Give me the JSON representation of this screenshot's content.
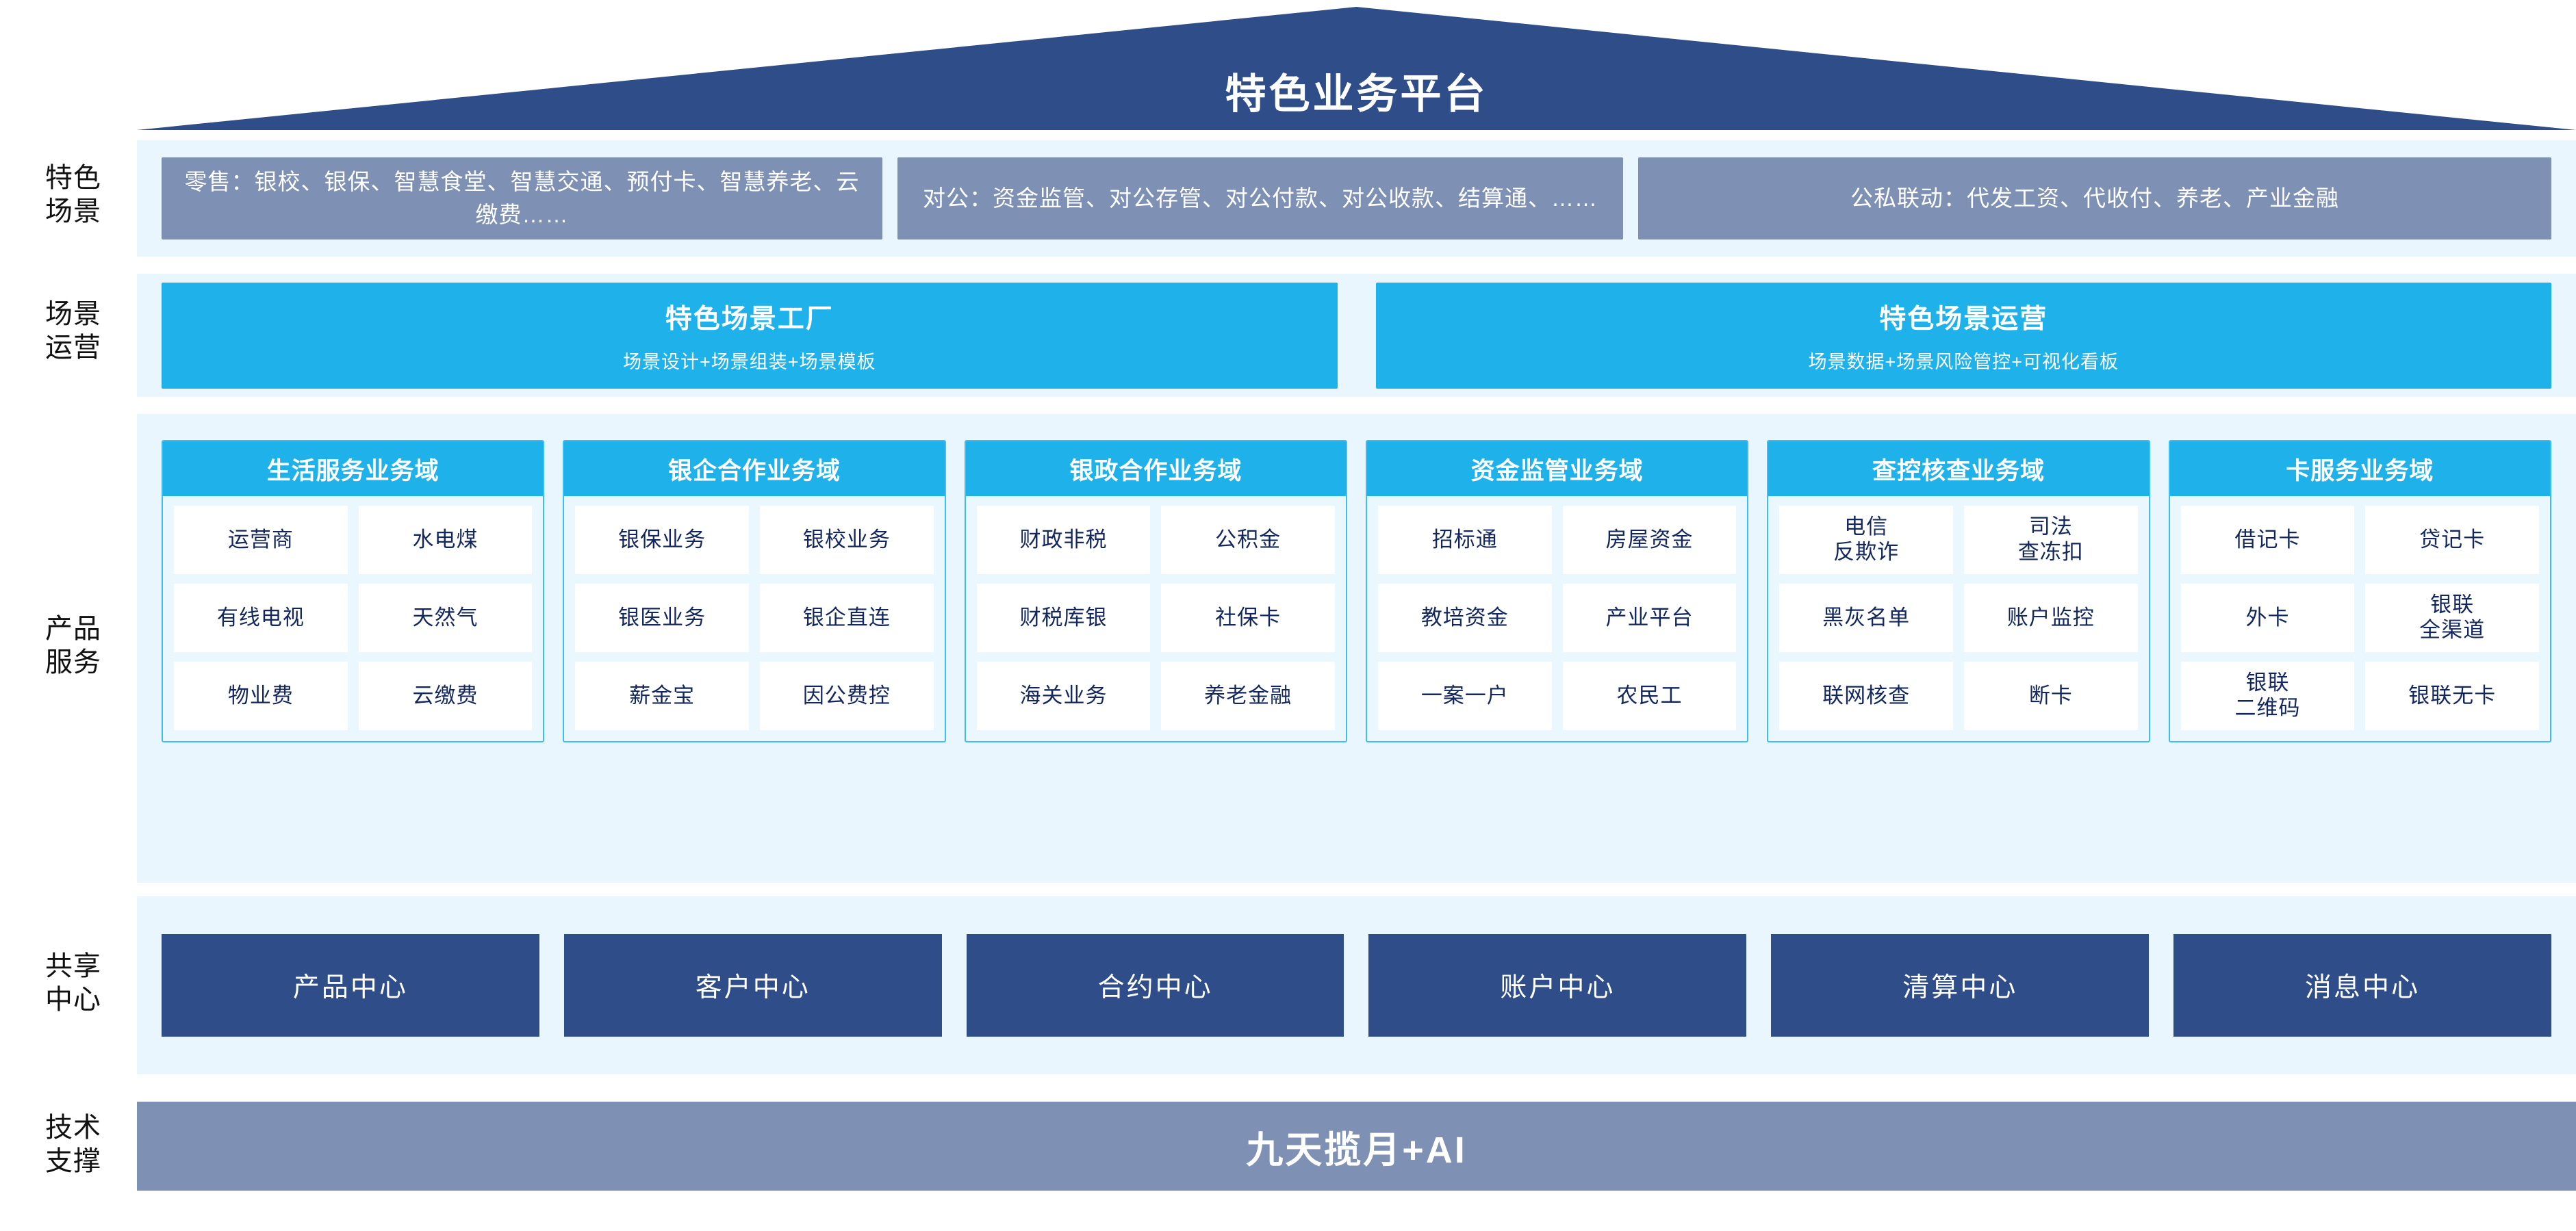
{
  "title": "特色业务平台",
  "colors": {
    "banner_navy": "#2f4d88",
    "scene_slate": "#7e90b4",
    "cyan": "#1fb2ea",
    "band_bg": "#e9f6fd",
    "cell_text": "#13275e"
  },
  "row_labels": {
    "scenarios": "特色\n场景",
    "operations": "场景\n运营",
    "products": "产品\n服务",
    "centers": "共享\n中心",
    "tech": "技术\n支撑"
  },
  "scenarios": [
    {
      "text": "零售：银校、银保、智慧食堂、智慧交通、预付卡、智慧养老、云缴费……"
    },
    {
      "text": "对公：资金监管、对公存管、对公付款、对公收款、结算通、……"
    },
    {
      "text": "公私联动：代发工资、代收付、养老、产业金融"
    }
  ],
  "operations": [
    {
      "title": "特色场景工厂",
      "subtitle": "场景设计+场景组装+场景模板"
    },
    {
      "title": "特色场景运营",
      "subtitle": "场景数据+场景风险管控+可视化看板"
    }
  ],
  "product_domains": [
    {
      "title": "生活服务业务域",
      "rows": [
        [
          "运营商",
          "水电煤"
        ],
        [
          "有线电视",
          "天然气"
        ],
        [
          "物业费",
          "云缴费"
        ]
      ]
    },
    {
      "title": "银企合作业务域",
      "rows": [
        [
          "银保业务",
          "银校业务"
        ],
        [
          "银医业务",
          "银企直连"
        ],
        [
          "薪金宝",
          "因公费控"
        ]
      ]
    },
    {
      "title": "银政合作业务域",
      "rows": [
        [
          "财政非税",
          "公积金"
        ],
        [
          "财税库银",
          "社保卡"
        ],
        [
          "海关业务",
          "养老金融"
        ]
      ]
    },
    {
      "title": "资金监管业务域",
      "rows": [
        [
          "招标通",
          "房屋资金"
        ],
        [
          "教培资金",
          "产业平台"
        ],
        [
          "一案一户",
          "农民工"
        ]
      ]
    },
    {
      "title": "查控核查业务域",
      "rows": [
        [
          "电信\n反欺诈",
          "司法\n查冻扣"
        ],
        [
          "黑灰名单",
          "账户监控"
        ],
        [
          "联网核查",
          "断卡"
        ]
      ]
    },
    {
      "title": "卡服务业务域",
      "rows": [
        [
          "借记卡",
          "贷记卡"
        ],
        [
          "外卡",
          "银联\n全渠道"
        ],
        [
          "银联\n二维码",
          "银联无卡"
        ]
      ]
    }
  ],
  "shared_centers": [
    "产品中心",
    "客户中心",
    "合约中心",
    "账户中心",
    "清算中心",
    "消息中心"
  ],
  "tech_support": "九天揽月+AI"
}
